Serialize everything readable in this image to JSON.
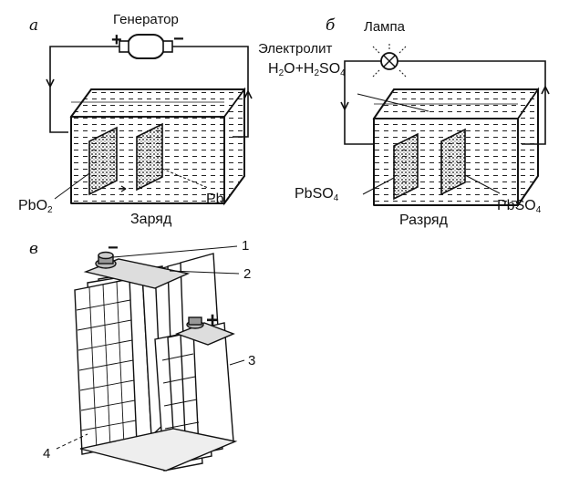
{
  "panels": {
    "a": {
      "letter": "а",
      "generator_label": "Генератор",
      "plus": "+",
      "minus": "−",
      "caption": "Заряд",
      "left_plate": {
        "base": "PbO",
        "sub": "2"
      },
      "right_plate": "Pb"
    },
    "b": {
      "letter": "б",
      "lamp_label": "Лампа",
      "electrolyte_label": "Электролит",
      "electrolyte_formula": {
        "p1": "H",
        "s1": "2",
        "p2": "O+H",
        "s2": "2",
        "p3": "SO",
        "s3": "4"
      },
      "caption": "Разряд",
      "left_plate": {
        "base": "PbSO",
        "sub": "4"
      },
      "right_plate": {
        "base": "PbSO",
        "sub": "4"
      }
    },
    "c": {
      "letter": "в",
      "minus": "−",
      "plus": "+",
      "callouts": [
        "1",
        "2",
        "3",
        "4"
      ]
    }
  }
}
